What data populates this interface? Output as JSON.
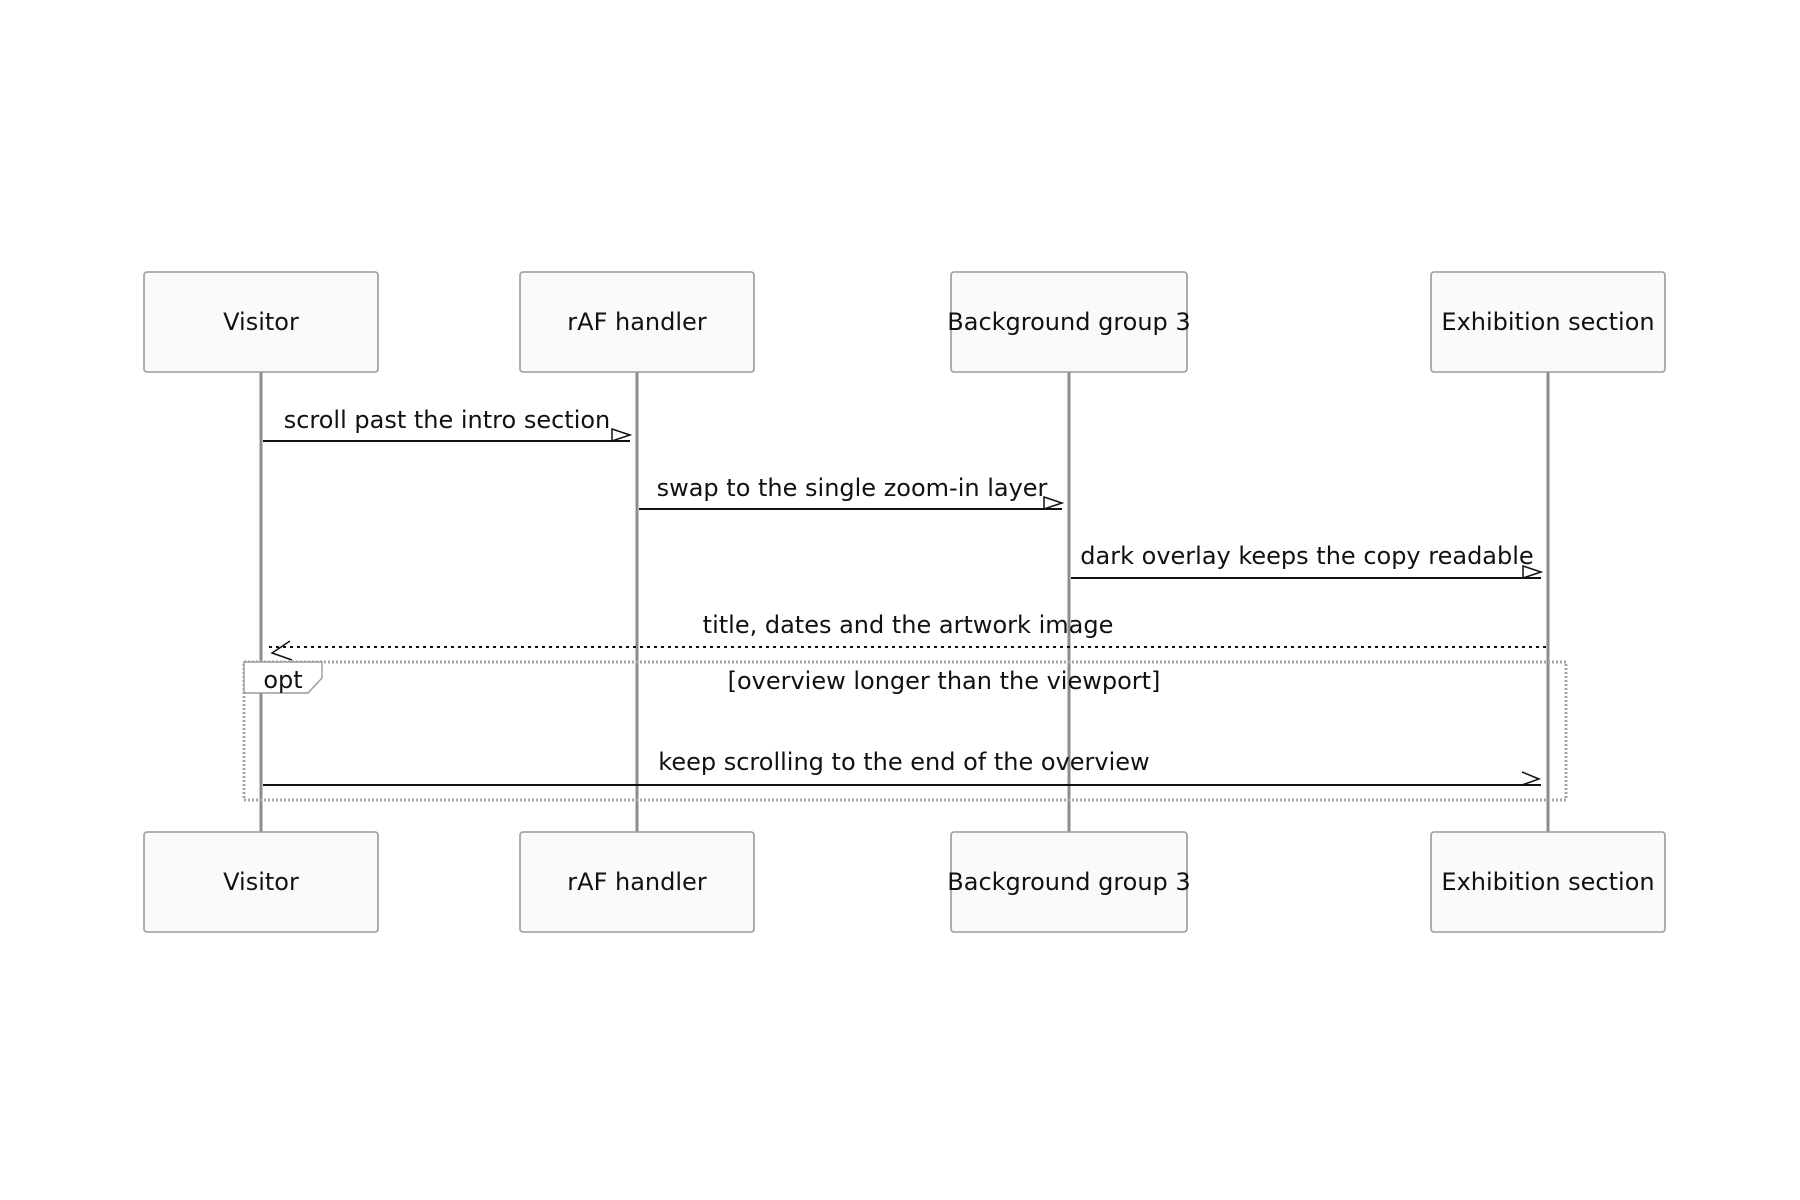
{
  "diagram": {
    "type": "sequence",
    "participants": [
      {
        "id": "visitor",
        "label": "Visitor"
      },
      {
        "id": "raf",
        "label": "rAF handler"
      },
      {
        "id": "bg3",
        "label": "Background group 3"
      },
      {
        "id": "exhibition",
        "label": "Exhibition section"
      }
    ],
    "messages": [
      {
        "from": "visitor",
        "to": "raf",
        "text": "scroll past the intro section",
        "style": "solid"
      },
      {
        "from": "raf",
        "to": "bg3",
        "text": "swap to the single zoom-in layer",
        "style": "solid"
      },
      {
        "from": "bg3",
        "to": "exhibition",
        "text": "dark overlay keeps the copy readable",
        "style": "solid"
      },
      {
        "from": "exhibition",
        "to": "visitor",
        "text": "title, dates and the artwork image",
        "style": "dashed"
      },
      {
        "from": "visitor",
        "to": "exhibition",
        "text": "keep scrolling to the end of the overview",
        "style": "solid"
      }
    ],
    "fragment": {
      "kind": "opt",
      "condition": "[overview longer than the viewport]"
    }
  }
}
